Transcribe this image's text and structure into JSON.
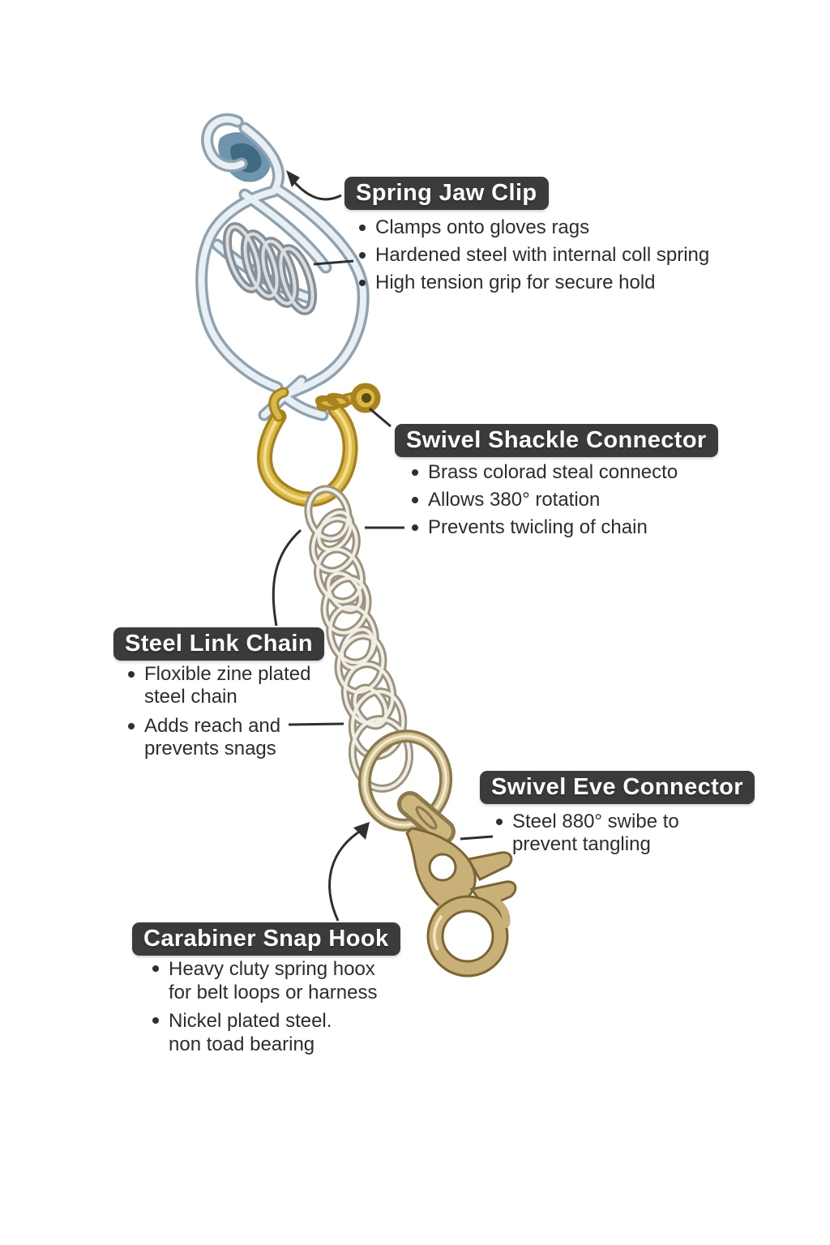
{
  "title": "Hardware clip and chain assembly diagram",
  "colors": {
    "label_bg": "#3b3b3d",
    "label_text": "#ffffff",
    "bullet_text": "#2d2d2d",
    "leader_line": "#2f2f2f",
    "clip_steel": "#8fa2b1",
    "clip_blue": "#6e95ab",
    "shackle_brass": "#c9a227",
    "chain_silver": "#9b937f",
    "hook_brass": "#c9b078",
    "background": "#ffffff"
  },
  "sections": [
    {
      "id": "spring-jaw-clip",
      "title": "Spring Jaw Clip",
      "bullets": [
        "Clamps onto gloves rags",
        "Hardened steel with internal coll spring",
        "High tension grip for secure hold"
      ]
    },
    {
      "id": "swivel-shackle-connector",
      "title": "Swivel Shackle Connector",
      "bullets": [
        "Brass colorad steal connecto",
        "Allows 380° rotation",
        "Prevents twicling of chain"
      ]
    },
    {
      "id": "steel-link-chain",
      "title": "Steel Link Chain",
      "bullets": [
        "Floxible zine plated\nsteel chain",
        "Adds reach and\nprevents snags"
      ]
    },
    {
      "id": "swivel-eve-connector",
      "title": "Swivel Eve Connector",
      "bullets": [
        "Steel 880° swibe to\nprevent tangling"
      ]
    },
    {
      "id": "carabiner-snap-hook",
      "title": "Carabiner Snap Hook",
      "bullets": [
        "Heavy cluty spring hoox\nfor belt loops or harness",
        "Nickel plated steel.\nnon toad bearing"
      ]
    }
  ]
}
